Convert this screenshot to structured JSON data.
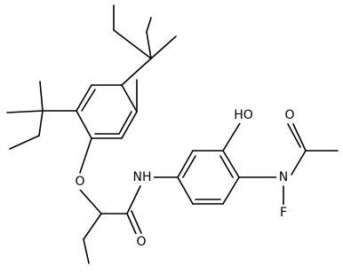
{
  "molecule": {
    "atoms": {
      "o_ether": "O",
      "nh_amide": "NH",
      "o_carbonyl": "O",
      "oh_phenol": "HO",
      "n_amide": "N",
      "f": "F",
      "o_acetyl": "O"
    }
  }
}
